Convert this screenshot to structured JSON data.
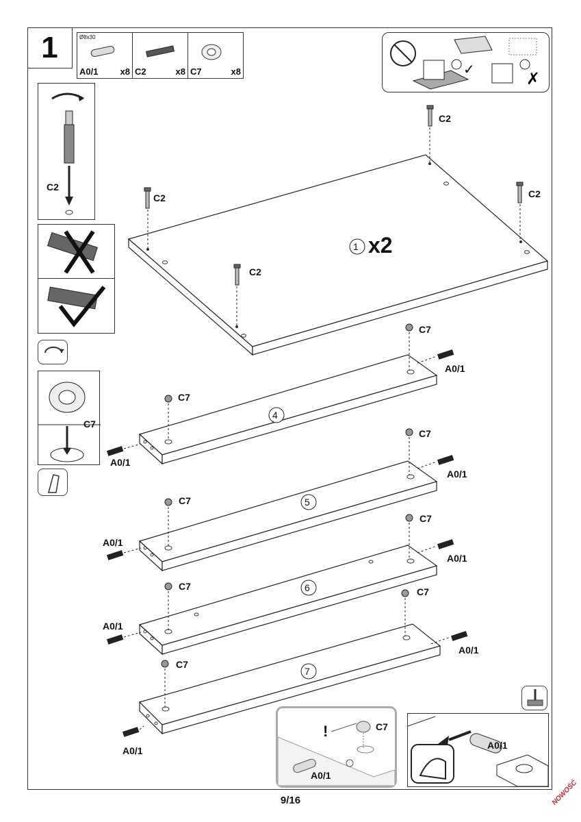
{
  "step": {
    "number": "1"
  },
  "parts": [
    {
      "dimension": "Ø8x30",
      "code": "A0/1",
      "qty": "x8",
      "icon": "dowel-icon"
    },
    {
      "dimension": "",
      "code": "C2",
      "qty": "x8",
      "icon": "cam-bolt-icon"
    },
    {
      "dimension": "",
      "code": "C7",
      "qty": "x8",
      "icon": "cam-lock-icon"
    }
  ],
  "labels": {
    "c2": "C2",
    "c7": "C7",
    "a01": "A0/1",
    "board_count": "x2",
    "exclaim": "!"
  },
  "panels": {
    "p1": "1",
    "p4": "4",
    "p5": "5",
    "p6": "6",
    "p7": "7"
  },
  "footer": {
    "page": "9/16",
    "stamp": "NOWOŚĆ"
  },
  "colors": {
    "stamp": "#d8202a",
    "line": "#333333",
    "zoom_border": "#aaaaaa"
  }
}
